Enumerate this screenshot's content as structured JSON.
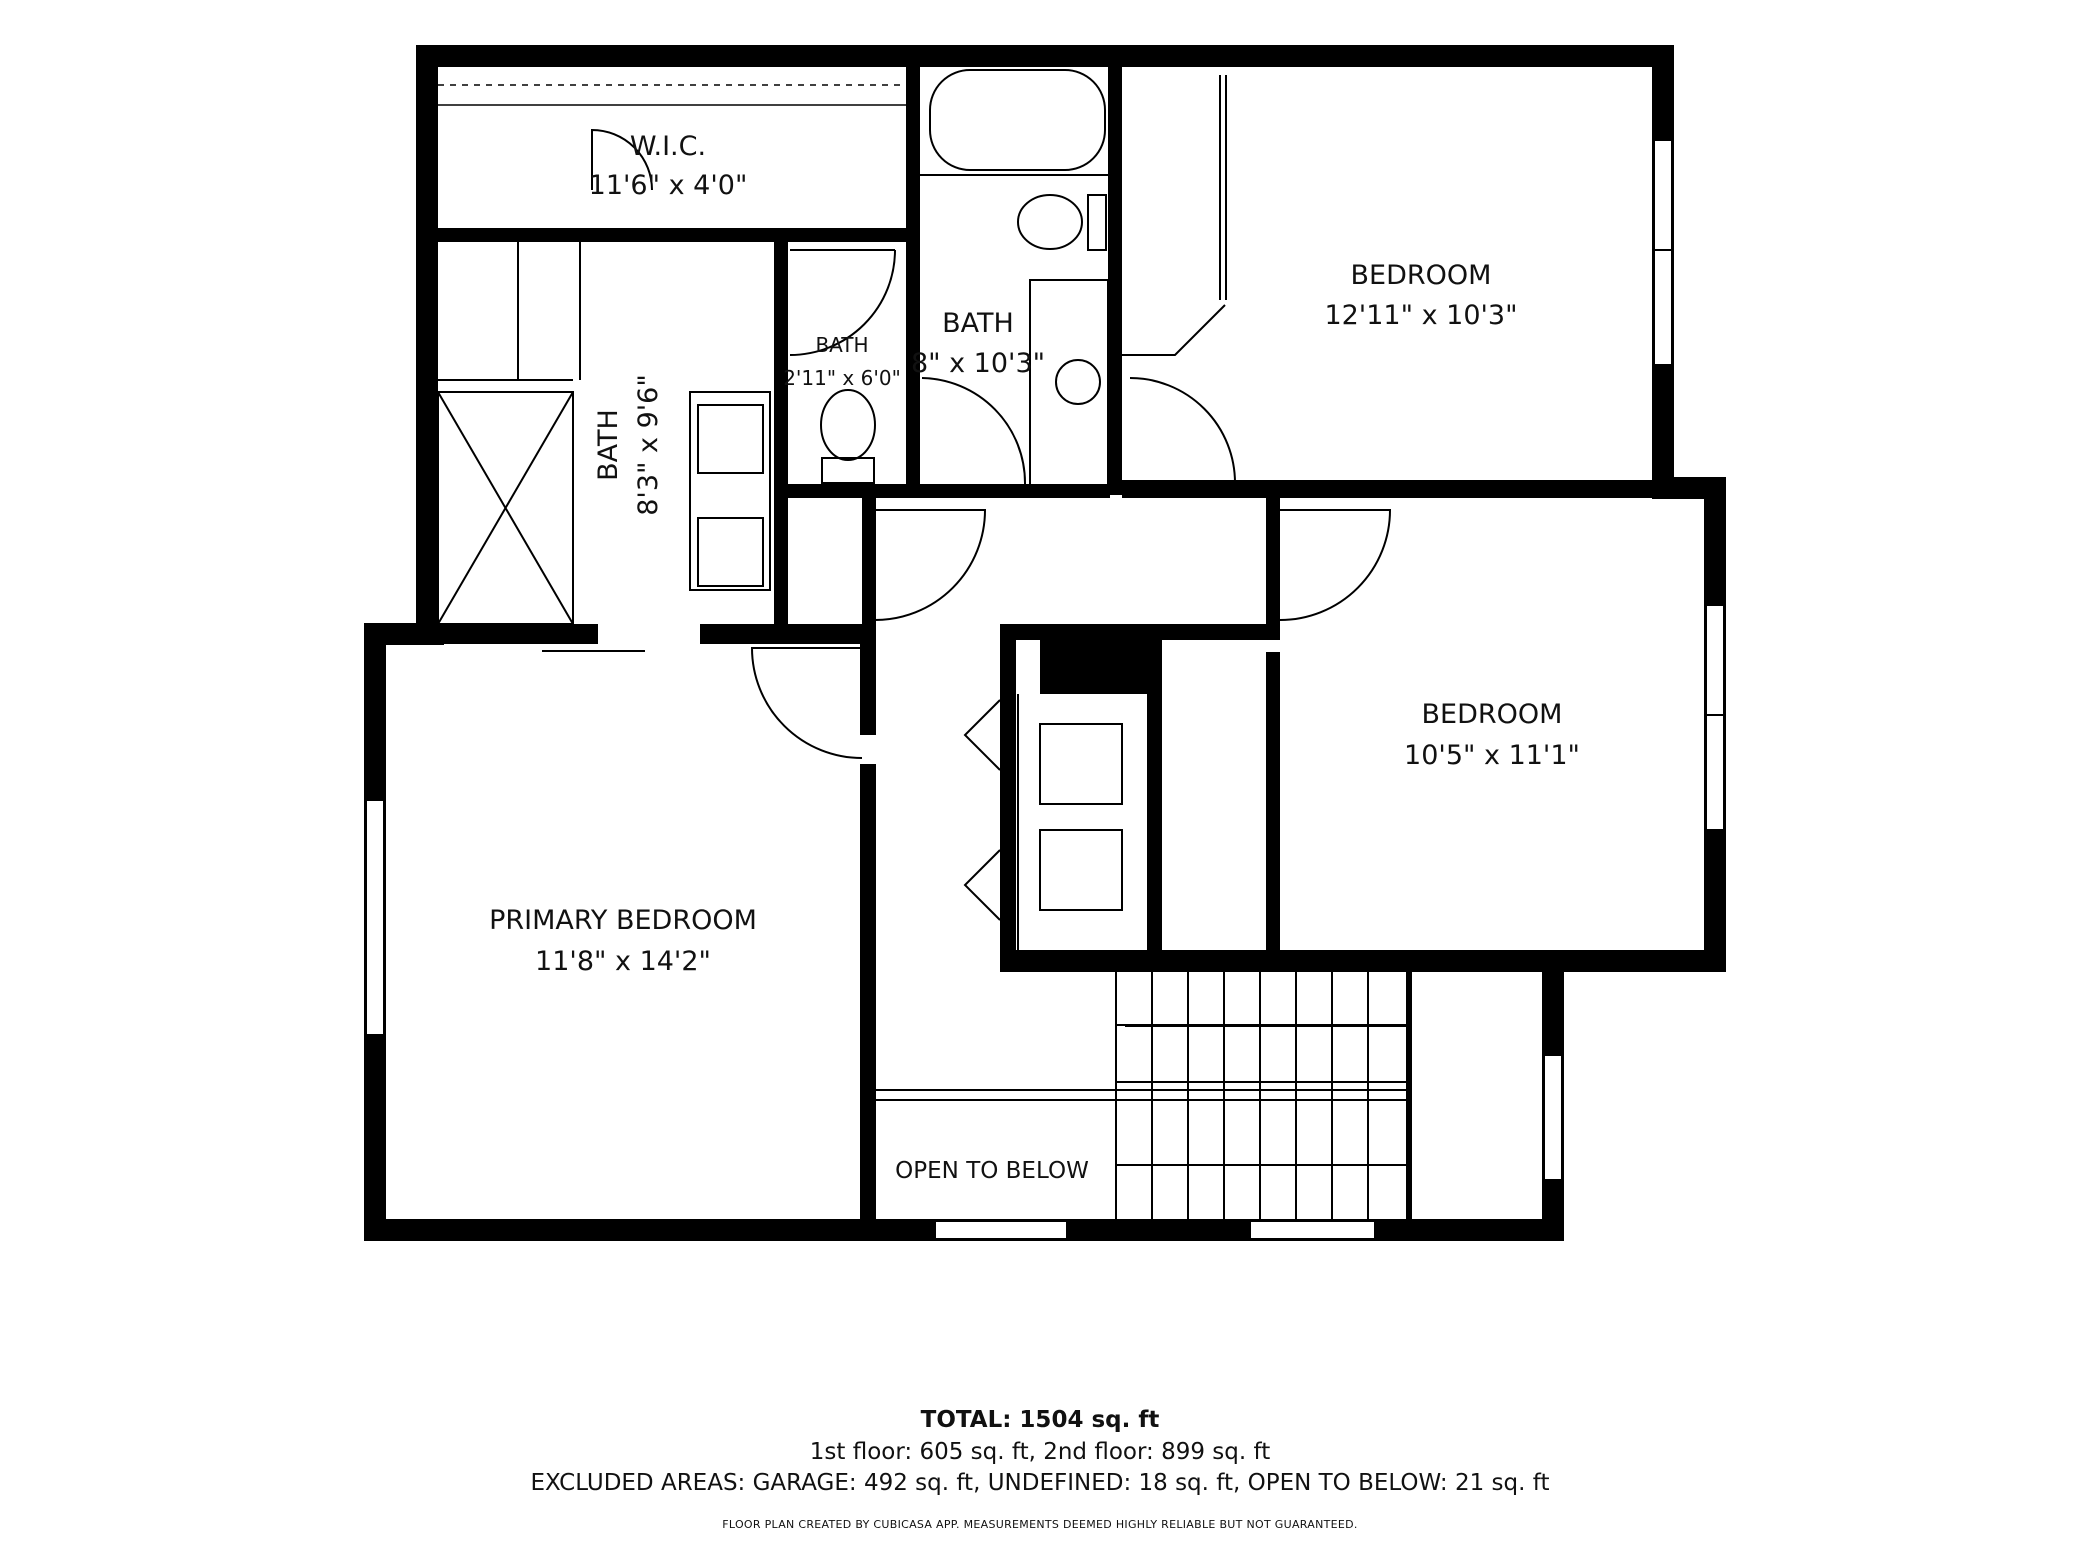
{
  "rooms": {
    "wic": {
      "name": "W.I.C.",
      "dims": "11'6\" x 4'0\""
    },
    "bath_primary": {
      "name": "BATH",
      "dims": "8'3\" x 9'6\""
    },
    "bath_small": {
      "name": "BATH",
      "dims": "2'11\" x 6'0\""
    },
    "bath_hall": {
      "name": "BATH",
      "dims": "8\" x 10'3\""
    },
    "bedroom_ne": {
      "name": "BEDROOM",
      "dims": "12'11\" x 10'3\""
    },
    "bedroom_e": {
      "name": "BEDROOM",
      "dims": "10'5\" x 11'1\""
    },
    "primary_bedroom": {
      "name": "PRIMARY BEDROOM",
      "dims": "11'8\" x 14'2\""
    },
    "open_to_below": {
      "name": "OPEN TO BELOW"
    }
  },
  "footer": {
    "total_label": "TOTAL: 1504 sq. ft",
    "floors": "1st floor: 605 sq. ft, 2nd floor: 899 sq. ft",
    "excluded": "EXCLUDED AREAS: GARAGE: 492 sq. ft, UNDEFINED: 18 sq. ft, OPEN TO BELOW: 21 sq. ft",
    "credit": "FLOOR PLAN CREATED BY CUBICASA APP. MEASUREMENTS DEEMED HIGHLY RELIABLE BUT NOT GUARANTEED."
  },
  "colors": {
    "wall": "#000000",
    "background": "#ffffff",
    "line": "#111111"
  }
}
